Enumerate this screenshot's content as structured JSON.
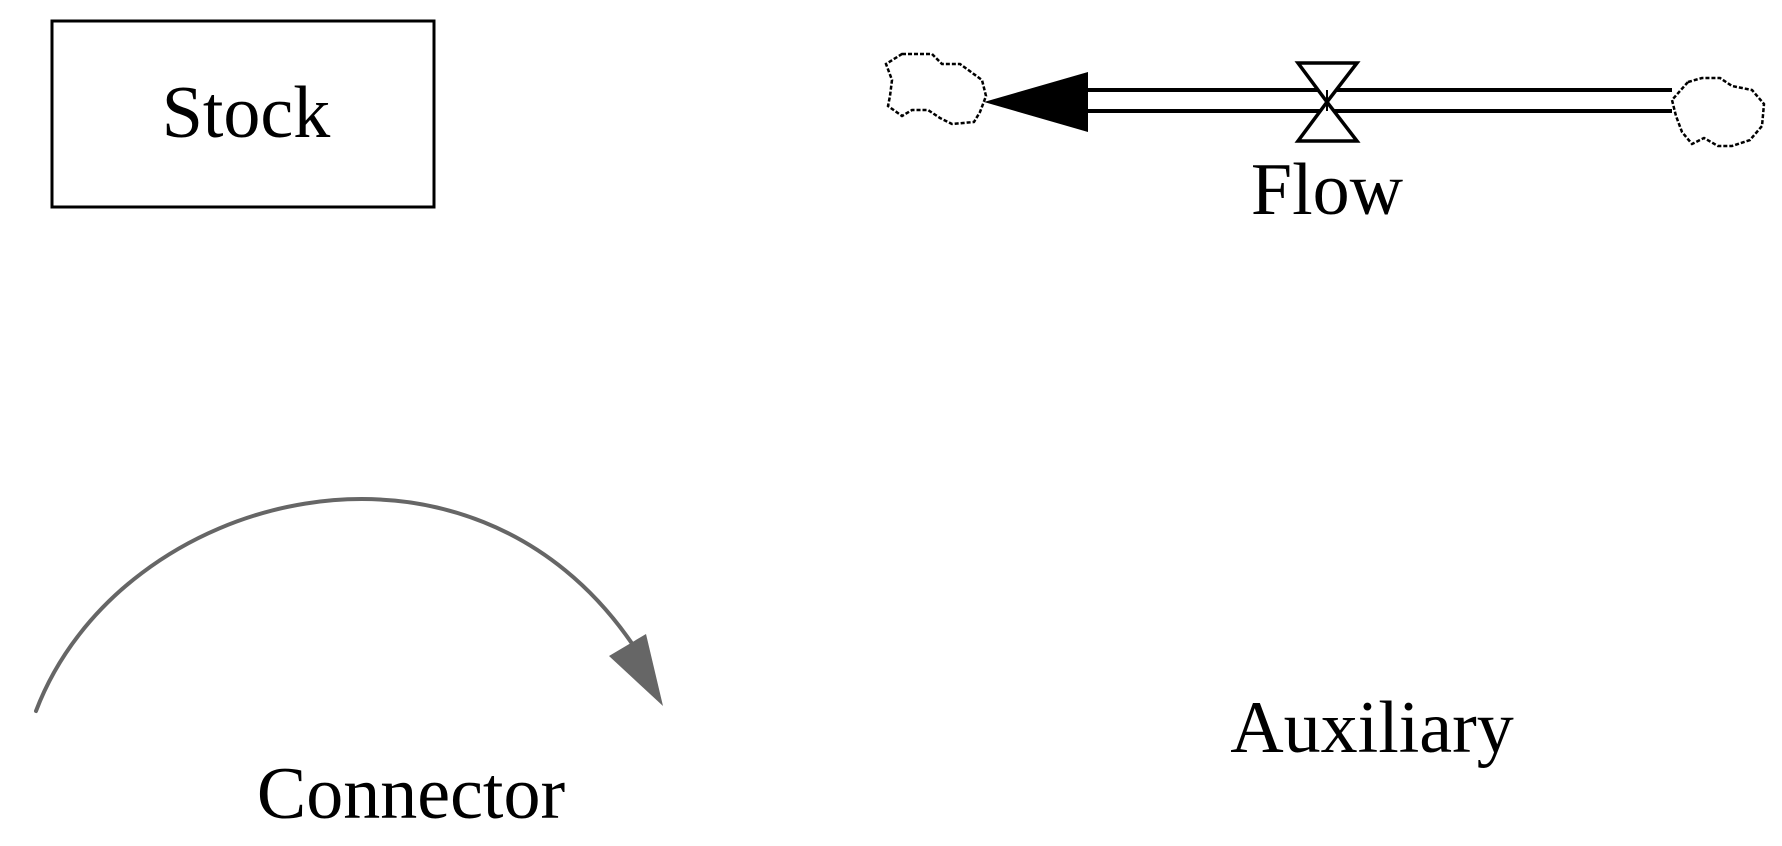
{
  "diagram": {
    "stock": {
      "label": "Stock"
    },
    "flow": {
      "label": "Flow"
    },
    "connector": {
      "label": "Connector"
    },
    "auxiliary": {
      "label": "Auxiliary"
    }
  },
  "colors": {
    "ink": "#000000",
    "connector": "#666666",
    "background": "#ffffff"
  },
  "icons": {
    "source": "cloud-icon",
    "sink": "cloud-icon",
    "valve": "valve-icon"
  }
}
